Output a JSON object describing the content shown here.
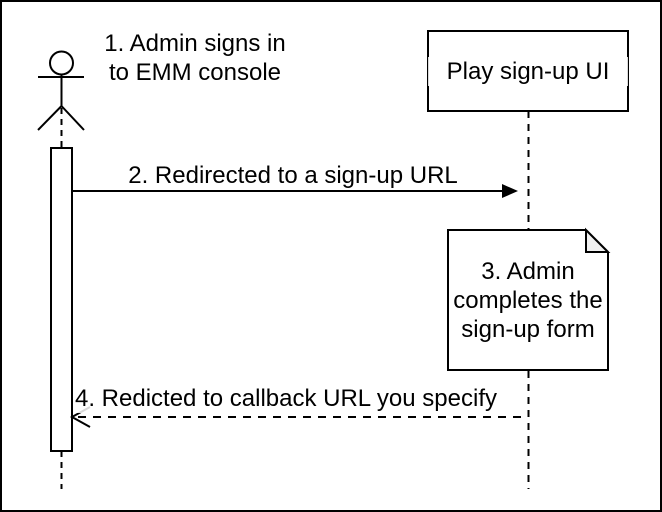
{
  "diagram": {
    "type": "sequence",
    "actor": {
      "label": "1. Admin signs in\nto EMM console"
    },
    "participant": {
      "label": "Play sign-up UI"
    },
    "messages": [
      {
        "num": "2",
        "label": "2. Redirected to a sign-up URL",
        "style": "solid",
        "direction": "right"
      },
      {
        "num": "4",
        "label": "4. Redicted to callback URL you specify",
        "style": "dashed",
        "direction": "left"
      }
    ],
    "note": {
      "label": "3. Admin\ncompletes the\nsign-up form"
    },
    "colors": {
      "stroke": "#000000",
      "fill": "#ffffff",
      "note_fold": "#f0f0f0"
    }
  }
}
